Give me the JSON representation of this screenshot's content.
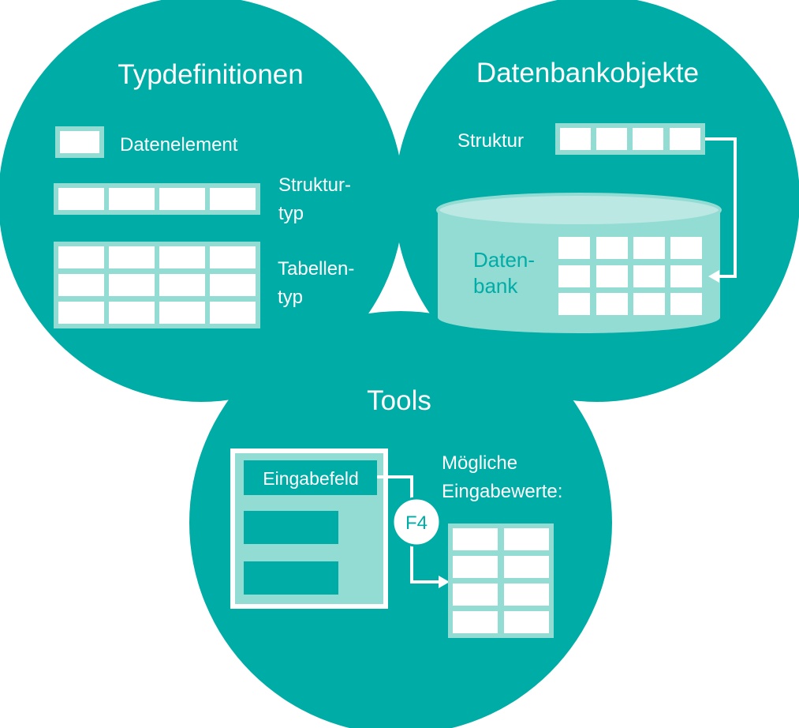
{
  "colors": {
    "teal": "#00aca6",
    "light_teal": "#93dcd4",
    "pale_teal": "#bce8e4",
    "cell_border": "#93dcd4",
    "white": "#ffffff"
  },
  "typdefinitionen": {
    "title": "Typdefinitionen",
    "datenelement_label": "Datenelement",
    "strukturtyp_label_line1": "Struktur-",
    "strukturtyp_label_line2": "typ",
    "tabellentyp_label_line1": "Tabellen-",
    "tabellentyp_label_line2": "typ"
  },
  "datenbankobjekte": {
    "title": "Datenbankobjekte",
    "struktur_label": "Struktur",
    "datenbank_label_line1": "Daten-",
    "datenbank_label_line2": "bank"
  },
  "tools": {
    "title": "Tools",
    "eingabefeld_label": "Eingabefeld",
    "f4_label": "F4",
    "moegliche_line1": "Mögliche",
    "moegliche_line2": "Eingabewerte:"
  }
}
